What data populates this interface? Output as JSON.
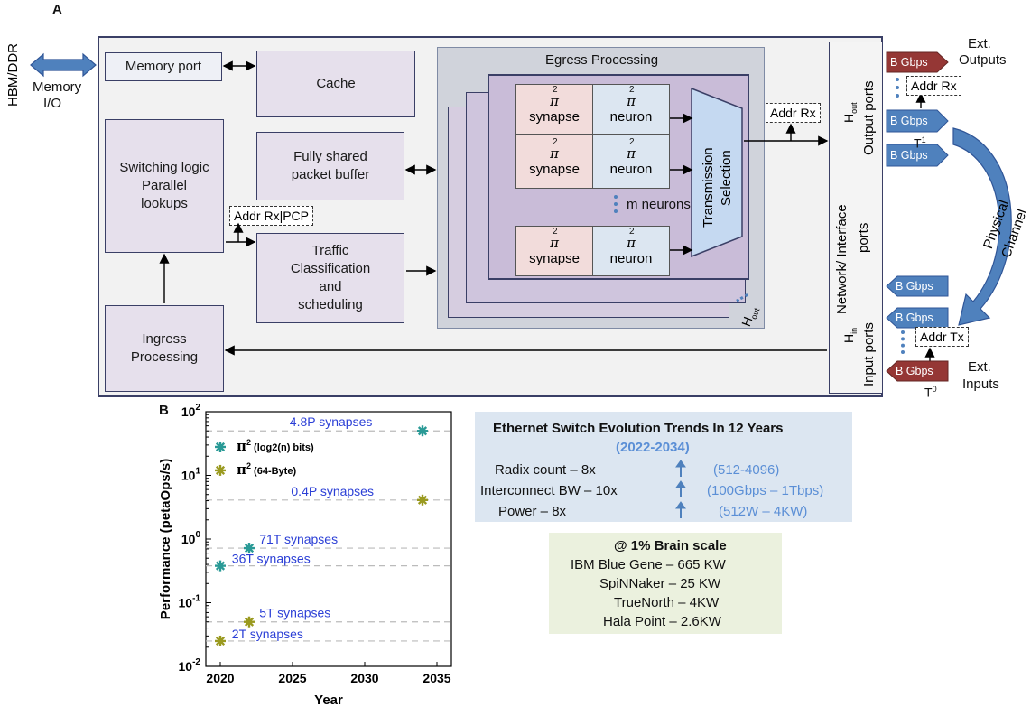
{
  "panel_labels": {
    "a": "A",
    "b": "B"
  },
  "memory": {
    "left_label": "HBM/DDR",
    "io_label_1": "Memory",
    "io_label_2": "I/O",
    "port": "Memory port",
    "cache": "Cache"
  },
  "blocks": {
    "switching_1": "Switching logic",
    "switching_2": "Parallel",
    "switching_3": "lookups",
    "buffer_1": "Fully shared",
    "buffer_2": "packet buffer",
    "traffic_1": "Traffic",
    "traffic_2": "Classification",
    "traffic_3": "and",
    "traffic_4": "scheduling",
    "ingress_1": "Ingress",
    "ingress_2": "Processing",
    "addr_pcp": "Addr Rx|PCP"
  },
  "egress": {
    "title": "Egress Processing",
    "synapse": "synapse",
    "neuron": "neuron",
    "pi": "π",
    "m_neurons": "m neurons",
    "transmission_1": "Transmission",
    "transmission_2": "Selection",
    "hout_h": "H",
    "hout_sub": "out",
    "addr_rx": "Addr Rx"
  },
  "interface": {
    "net": "Network/ Interface",
    "ports": "ports",
    "out_ports": "Output ports",
    "in_ports": "Input ports",
    "h": "H",
    "out_sub": "out",
    "in_sub": "in"
  },
  "right": {
    "gbps": "B Gbps",
    "ext_out_1": "Ext.",
    "ext_out_2": "Outputs",
    "ext_in_1": "Ext.",
    "ext_in_2": "Inputs",
    "addr_rx": "Addr Rx",
    "addr_tx": "Addr Tx",
    "t": "T",
    "t1_sup": "1",
    "t0_sup": "0",
    "phys_1": "Physical",
    "phys_2": "Channel"
  },
  "colors": {
    "bordeaux": "#953735",
    "steel": "#4f81bd",
    "lavender": "#e6e0ec",
    "teal": "#2a9a96",
    "olive": "#9a9a20"
  },
  "chart_data": {
    "type": "scatter",
    "xlabel": "Year",
    "ylabel": "Performance (petaOps/s)",
    "xlim": [
      2019,
      2036
    ],
    "ylim": [
      0.01,
      100
    ],
    "yscale": "log",
    "xticks": [
      2020,
      2025,
      2030,
      2035
    ],
    "yticks": [
      "10-2",
      "10-1",
      "100",
      "101",
      "102"
    ],
    "series": [
      {
        "name": "π2 (log2(n) bits)",
        "color": "#2a9a96",
        "x": [
          2020,
          2022,
          2034
        ],
        "y": [
          0.38,
          0.72,
          50
        ]
      },
      {
        "name": "π2 (64-Byte)",
        "color": "#9a9a20",
        "x": [
          2020,
          2022,
          2034
        ],
        "y": [
          0.025,
          0.05,
          4.1
        ]
      }
    ],
    "legend_sup": "2",
    "legend_1": "(log2(n) bits)",
    "legend_2": "(64-Byte)",
    "annotations": [
      {
        "text": "4.8P synapses",
        "y": 50
      },
      {
        "text": "0.4P synapses",
        "y": 4.1
      },
      {
        "text": "71T synapses",
        "y": 0.72
      },
      {
        "text": "36T synapses",
        "y": 0.38
      },
      {
        "text": "5T synapses",
        "y": 0.05
      },
      {
        "text": "2T synapses",
        "y": 0.025
      }
    ]
  },
  "trends": {
    "title": "Ethernet Switch Evolution Trends In 12 Years",
    "years": "(2022-2034)",
    "rows": [
      {
        "label": "Radix count – 8x",
        "value": "(512-4096)"
      },
      {
        "label": "Interconnect BW – 10x",
        "value": "(100Gbps – 1Tbps)"
      },
      {
        "label": "Power – 8x",
        "value": "(512W – 4KW)"
      }
    ]
  },
  "brain": {
    "title": "@ 1% Brain scale",
    "rows": [
      "IBM Blue Gene – 665 KW",
      "SpiNNaker – 25 KW",
      "TrueNorth – 4KW",
      "Hala Point – 2.6KW"
    ]
  }
}
